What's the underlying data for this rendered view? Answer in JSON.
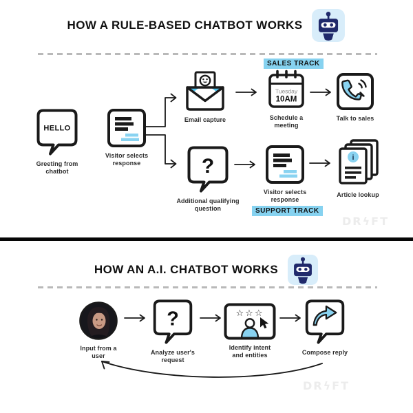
{
  "colors": {
    "accent_blue": "#89d3f1",
    "highlight_blue": "#86d2f0",
    "robot_navy": "#20296b",
    "robot_background": "#d8edfa",
    "watermark_gray": "#ececec",
    "ink": "#1a1a1a"
  },
  "rule_based": {
    "title": "HOW A RULE-BASED CHATBOT WORKS",
    "sales_track": "SALES TRACK",
    "support_track": "SUPPORT TRACK",
    "watermark": "DRϟFT",
    "nodes": {
      "greeting": {
        "bubble_text": "HELLO",
        "label": "Greeting from chatbot"
      },
      "visitor_selects_1": {
        "label": "Visitor selects response"
      },
      "email_capture": {
        "label": "Email capture"
      },
      "schedule_meeting": {
        "day": "Tuesday",
        "time": "10AM",
        "label": "Schedule a meeting"
      },
      "talk_to_sales": {
        "label": "Talk to sales"
      },
      "qualifying_question": {
        "bubble_text": "?",
        "label": "Additional qualifying question"
      },
      "visitor_selects_2": {
        "label": "Visitor selects response"
      },
      "article_lookup": {
        "info_glyph": "i",
        "label": "Article lookup"
      }
    }
  },
  "ai": {
    "title": "HOW AN A.I. CHATBOT WORKS",
    "watermark": "DRϟFT",
    "nodes": {
      "input": {
        "label": "Input from a user"
      },
      "analyze": {
        "bubble_text": "?",
        "label": "Analyze user's request"
      },
      "identify": {
        "stars": "☆☆☆",
        "label": "Identify intent and entities"
      },
      "compose": {
        "label": "Compose reply"
      }
    }
  }
}
